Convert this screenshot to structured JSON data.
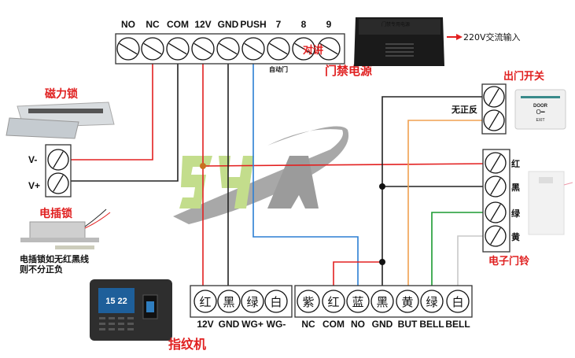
{
  "power_supply": {
    "title": "门禁电源",
    "terminals": [
      "NO",
      "NC",
      "COM",
      "12V",
      "GND",
      "PUSH",
      "7",
      "8",
      "9"
    ],
    "auto_door_note": "自动门",
    "intercom_note": "对讲",
    "device_label": "门禁专用电源",
    "ac_input": "220V交流输入"
  },
  "mag_lock": {
    "title": "磁力锁",
    "terminals": [
      "V-",
      "V+"
    ]
  },
  "electric_bolt": {
    "title": "电插锁",
    "note_line1": "电插锁如无红黑线",
    "note_line2": "则不分正负"
  },
  "exit_switch": {
    "title": "出门开关",
    "polarity_note": "无正反",
    "button_text_1": "DOOR",
    "button_text_2": "EXIT"
  },
  "doorbell": {
    "title": "电子门铃",
    "wire_colors": [
      "红",
      "黑",
      "绿",
      "黄"
    ]
  },
  "fingerprint_reader": {
    "title": "指纹机",
    "screen_time": "15 22",
    "left_block": {
      "colors": [
        "红",
        "黑",
        "绿",
        "白"
      ],
      "labels": [
        "12V",
        "GND",
        "WG+",
        "WG-"
      ]
    },
    "right_block": {
      "colors": [
        "紫",
        "红",
        "蓝",
        "黑",
        "黄",
        "绿",
        "白"
      ],
      "labels": [
        "NC",
        "COM",
        "NO",
        "GND",
        "BUT",
        "BELL",
        "BELL"
      ]
    }
  },
  "logo": {
    "text": "SHA"
  },
  "colors": {
    "red": "#e32020",
    "black": "#222222",
    "blue": "#2b7fd4",
    "orange": "#f0a050",
    "green": "#1a9a30",
    "gray": "#c8c8c8",
    "label_red": "#e02020",
    "ac_blue": "#4aa8d8"
  }
}
